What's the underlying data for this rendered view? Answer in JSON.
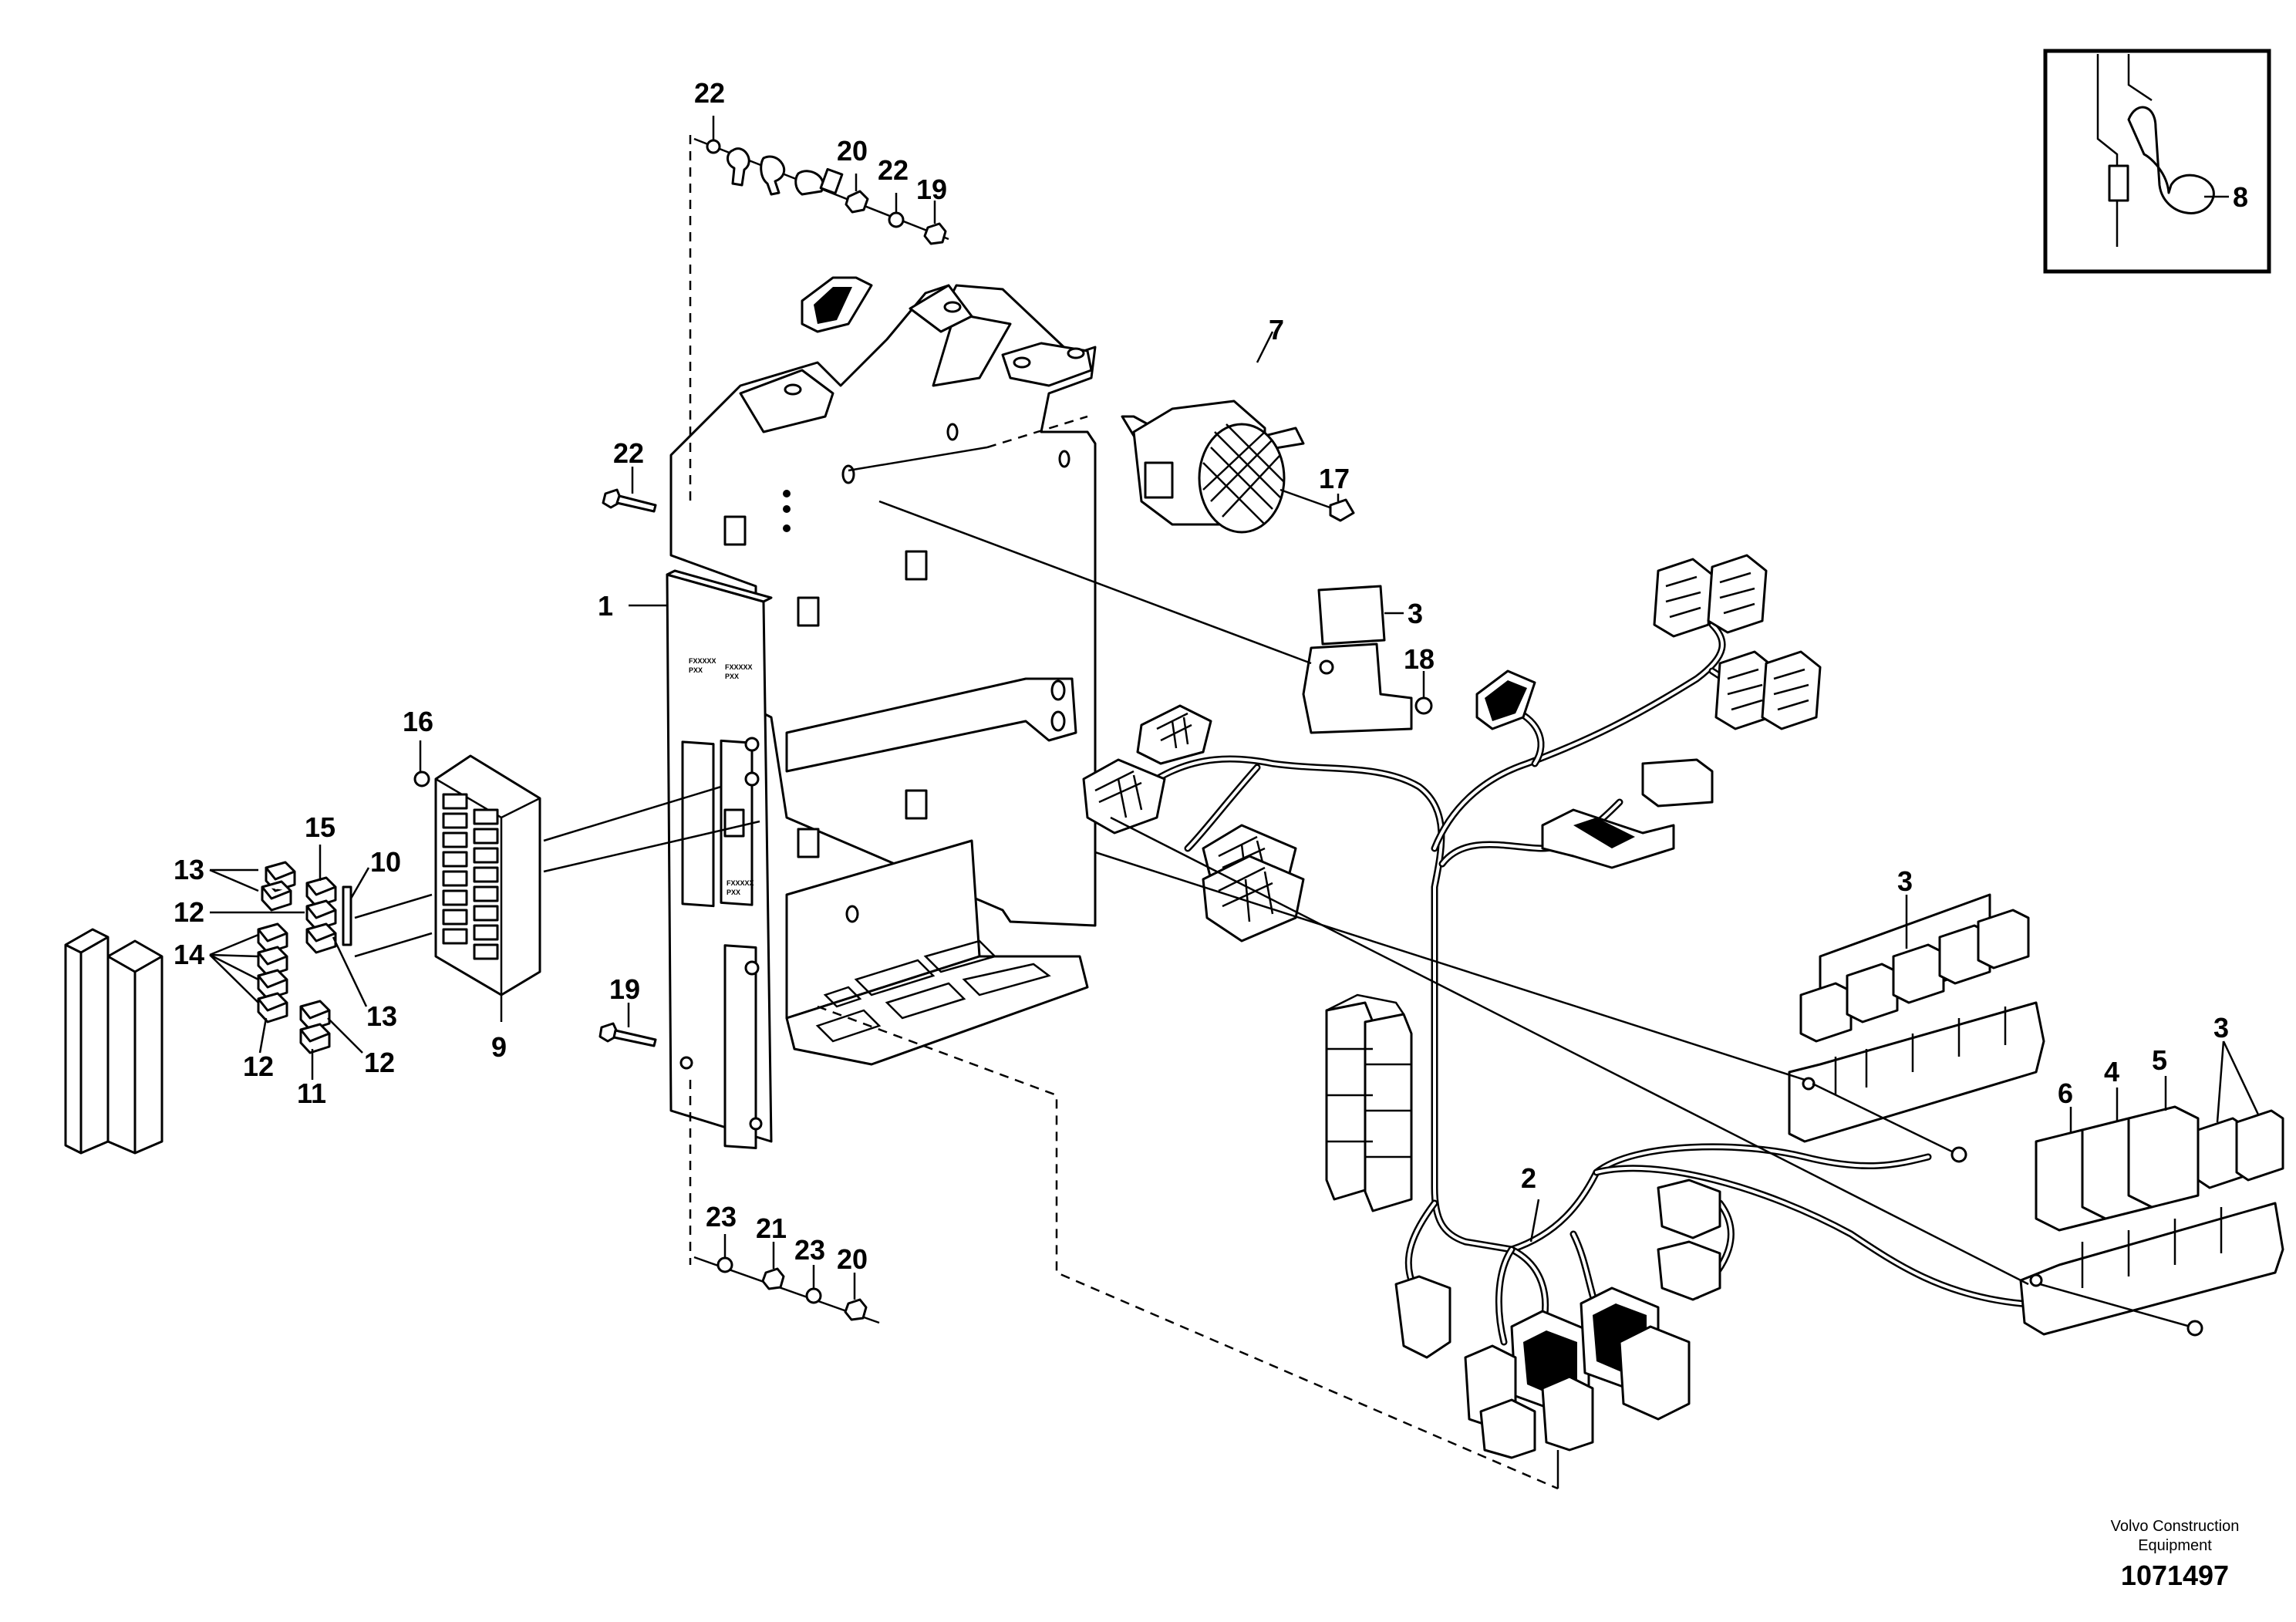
{
  "callouts": {
    "c1": "1",
    "c2": "2",
    "c3a": "3",
    "c3b": "3",
    "c3c": "3",
    "c4": "4",
    "c5": "5",
    "c6": "6",
    "c7": "7",
    "c8": "8",
    "c9": "9",
    "c10": "10",
    "c11": "11",
    "c12a": "12",
    "c12b": "12",
    "c12c": "12",
    "c13a": "13",
    "c13b": "13",
    "c14": "14",
    "c15": "15",
    "c16": "16",
    "c17": "17",
    "c18": "18",
    "c19a": "19",
    "c19b": "19",
    "c20a": "20",
    "c20b": "20",
    "c21": "21",
    "c22a": "22",
    "c22b": "22",
    "c22c": "22",
    "c23a": "23",
    "c23b": "23"
  },
  "panel_labels": {
    "l1a": "FXXXXX",
    "l1b": "PXX",
    "l2a": "FXXXXX",
    "l2b": "PXX",
    "l3a": "FXXXXX",
    "l3b": "PXX"
  },
  "footer": {
    "brand_line1": "Volvo Construction",
    "brand_line2": "Equipment",
    "doc_number": "1071497"
  }
}
